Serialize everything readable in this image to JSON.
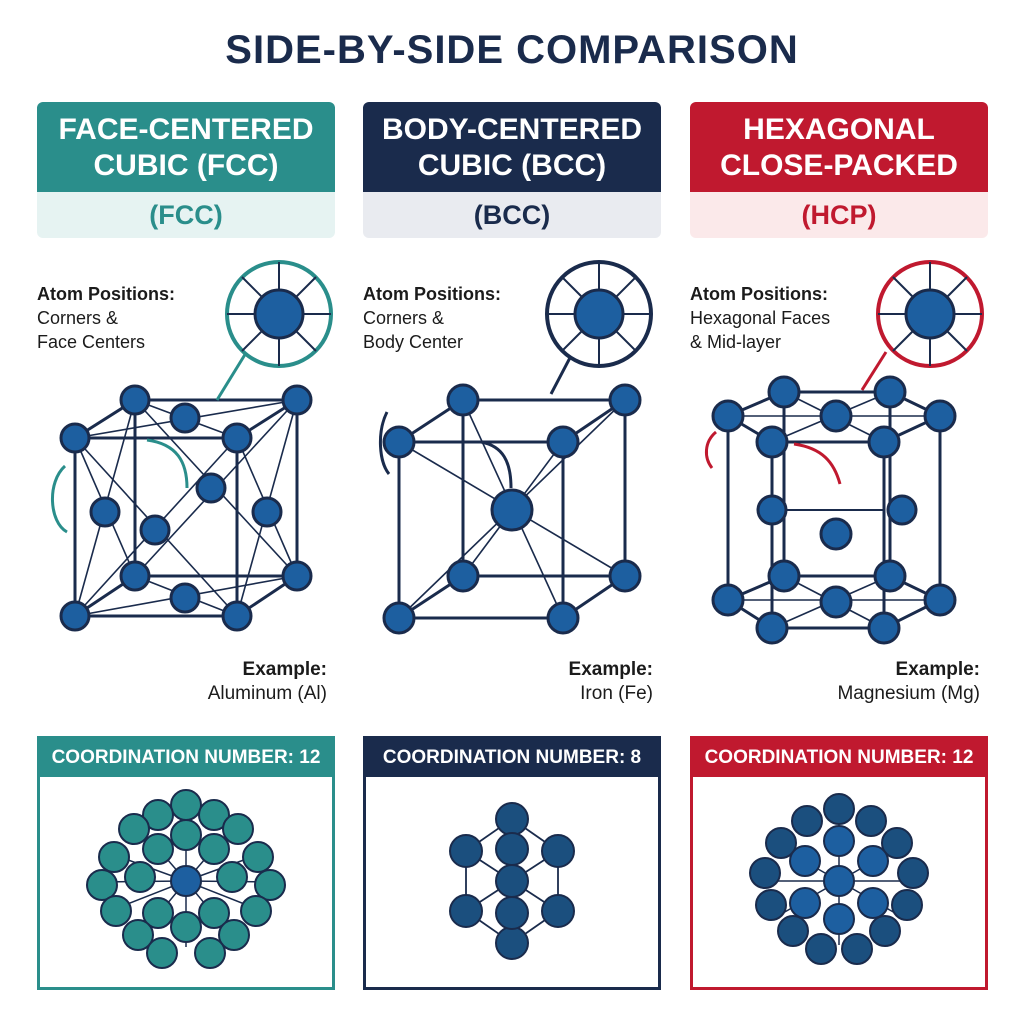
{
  "title": "SIDE-BY-SIDE COMPARISON",
  "columns": [
    {
      "id": "fcc",
      "header_line1": "FACE-CENTERED",
      "header_line2": "CUBIC (FCC)",
      "abbrev": "(FCC)",
      "positions_label": "Atom Positions:",
      "positions_line1": "Corners &",
      "positions_line2": "Face Centers",
      "example_label": "Example:",
      "example_value": "Aluminum (Al)",
      "coordination": "COORDINATION NUMBER: 12",
      "accent_color": "#2a8e8b"
    },
    {
      "id": "bcc",
      "header_line1": "BODY-CENTERED",
      "header_line2": "CUBIC (BCC)",
      "abbrev": "(BCC)",
      "positions_label": "Atom Positions:",
      "positions_line1": "Corners &",
      "positions_line2": "Body Center",
      "example_label": "Example:",
      "example_value": "Iron (Fe)",
      "coordination": "COORDINATION NUMBER: 8",
      "accent_color": "#1a2b4c"
    },
    {
      "id": "hcp",
      "header_line1": "HEXAGONAL",
      "header_line2": "CLOSE-PACKED",
      "abbrev": "(HCP)",
      "positions_label": "Atom Positions:",
      "positions_line1": "Hexagonal Faces",
      "positions_line2": "& Mid-layer",
      "example_label": "Example:",
      "example_value": "Magnesium (Mg)",
      "coordination": "COORDINATION NUMBER: 12",
      "accent_color": "#c0192f"
    }
  ],
  "atom_color": "#1d5fa0",
  "line_color": "#1a2b4c"
}
